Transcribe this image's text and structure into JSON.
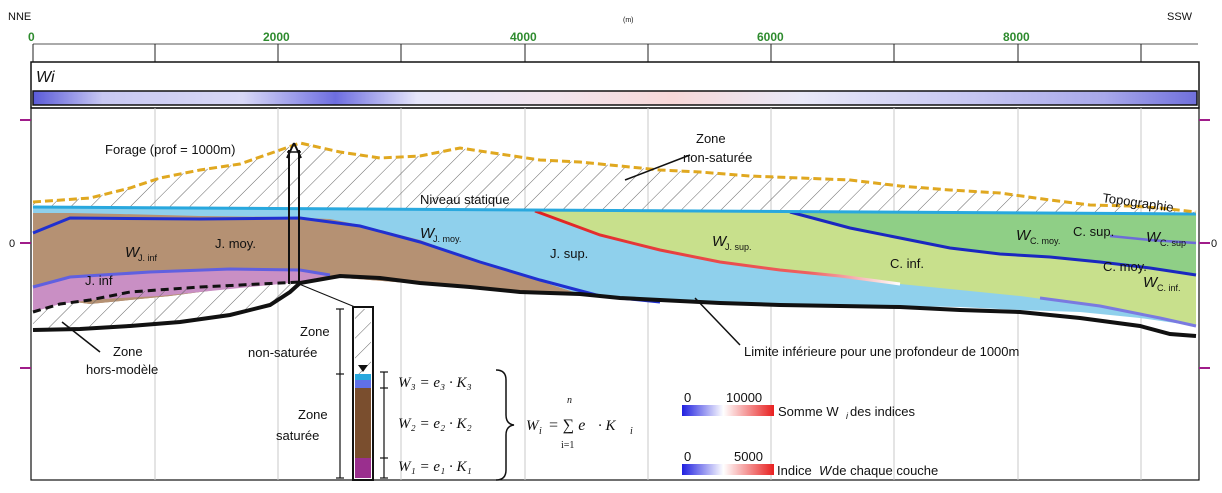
{
  "header": {
    "left_direction": "NNE",
    "right_direction": "SSW",
    "unit": "(m)",
    "ticks": [
      "0",
      "2000",
      "4000",
      "6000",
      "8000"
    ]
  },
  "wi_bar": {
    "label": "Wi"
  },
  "y_axis": {
    "zero_left": "0",
    "zero_right": "0"
  },
  "labels": {
    "forage": "Forage (prof = 1000m)",
    "zone_non_saturee_top_1": "Zone",
    "zone_non_saturee_top_2": "non-saturée",
    "niveau_statique": "Niveau statique",
    "topographie": "Topographie",
    "j_moy": "J. moy.",
    "j_inf": "J. inf",
    "j_sup": "J. sup.",
    "c_inf": "C. inf.",
    "c_sup": "C. sup.",
    "c_moy": "C. moy.",
    "limite": "Limite inférieure pour une profondeur de 1000m",
    "zone_hm_1": "Zone",
    "zone_hm_2": "hors-modèle",
    "zone_ns_col_1": "Zone",
    "zone_ns_col_2": "non-saturée",
    "zone_sat_1": "Zone",
    "zone_sat_2": "saturée"
  },
  "w_labels": {
    "w": "W",
    "j_inf_sub": "J. inf",
    "j_moy_sub": "J. moy.",
    "j_sup_sub": "J. sup.",
    "c_moy_sub": "C. moy.",
    "c_sup_sub": "C. sup",
    "c_inf_sub": "C. inf."
  },
  "formula": {
    "w3": "W₃ = e₃ · K₃",
    "w2": "W₂ = e₂ · K₂",
    "w1": "W₁ = e₁ · K₁",
    "wi": "W",
    "wi_sub": "i",
    "sum_top": "n",
    "sum_bottom": "i=1",
    "sum_body": "= ∑ e",
    "k_part": "· K"
  },
  "legend": {
    "somme": {
      "min": "0",
      "max": "10000",
      "text": "Somme W",
      "text_sub": "i",
      "text_tail": " des indices"
    },
    "indice": {
      "min": "0",
      "max": "5000",
      "text_pre": "Indice ",
      "text_w": "W",
      "text_tail": " de chaque couche"
    }
  },
  "colors": {
    "j_inf": "#c98fc4",
    "j_moy": "#b59173",
    "j_sup": "#8fd0ec",
    "c_inf": "#c8e08c",
    "c_moy": "#b8d88a",
    "c_sup": "#8fcf86",
    "topography": "#e0a820",
    "water_table": "#29a8de",
    "boundary": "#2030d0",
    "tick_green": "#2e8b2e"
  }
}
